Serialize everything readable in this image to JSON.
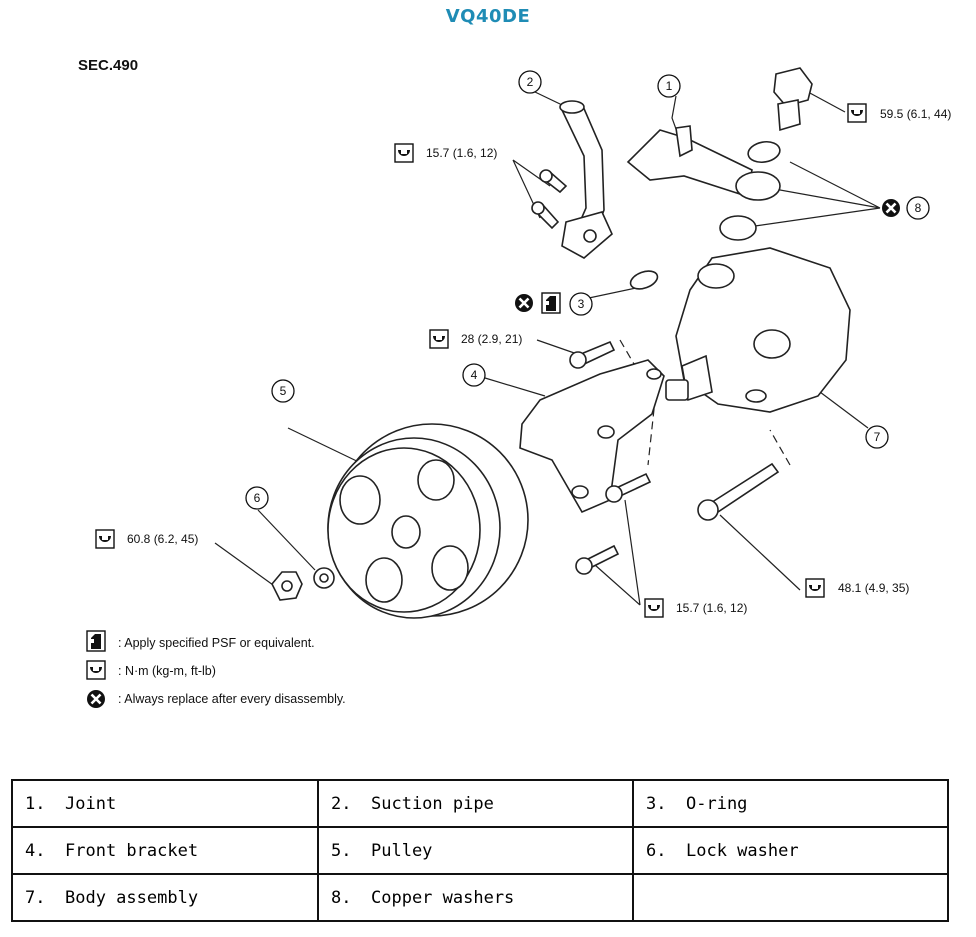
{
  "title": "VQ40DE",
  "section": "SEC.490",
  "callouts": {
    "c1": "1",
    "c2": "2",
    "c3": "3",
    "c4": "4",
    "c5": "5",
    "c6": "6",
    "c7": "7",
    "c8": "8"
  },
  "torques": {
    "t_top_right": "59.5 (6.1, 44)",
    "t_suction": "15.7 (1.6, 12)",
    "t_bracket_top": "28 (2.9, 21)",
    "t_nut": "60.8 (6.2, 45)",
    "t_body_bolt": "48.1 (4.9, 35)",
    "t_bracket_low": "15.7 (1.6, 12)"
  },
  "legend": {
    "psf": ": Apply specified PSF or equivalent.",
    "nm": ": N·m (kg-m, ft-lb)",
    "replace": ": Always replace after every disassembly."
  },
  "parts": [
    [
      {
        "num": "1.",
        "name": "Joint"
      },
      {
        "num": "2.",
        "name": "Suction pipe"
      },
      {
        "num": "3.",
        "name": "O-ring"
      }
    ],
    [
      {
        "num": "4.",
        "name": "Front bracket"
      },
      {
        "num": "5.",
        "name": "Pulley"
      },
      {
        "num": "6.",
        "name": "Lock washer"
      }
    ],
    [
      {
        "num": "7.",
        "name": "Body assembly"
      },
      {
        "num": "8.",
        "name": "Copper washers"
      },
      {
        "num": "",
        "name": ""
      }
    ]
  ]
}
